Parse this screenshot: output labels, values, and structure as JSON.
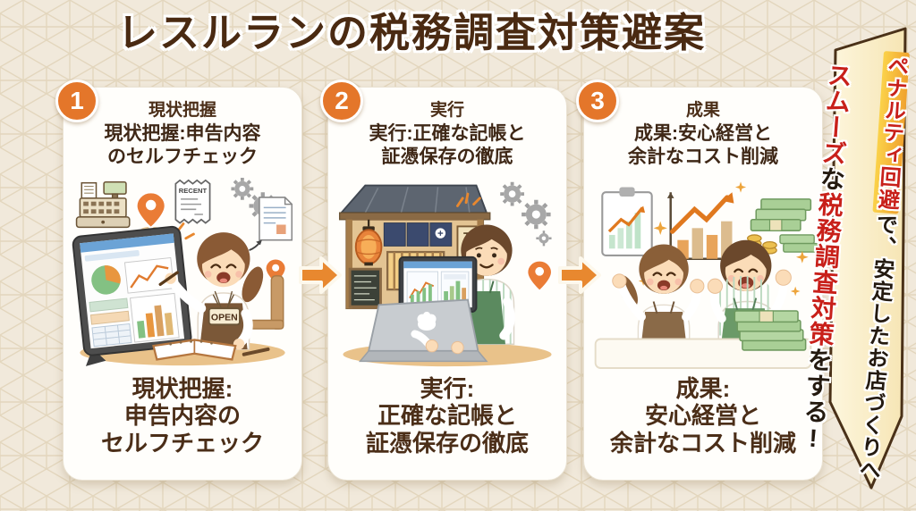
{
  "title": "レスルランの税務調査対策避案",
  "steps": [
    {
      "number": "1",
      "tagline": "現状把握",
      "heading_line1": "現状把握:申告内容",
      "heading_line2": "のセルフチェック",
      "caption_line1": "現状把握:",
      "caption_line2": "申告内容の",
      "caption_line3": "セルフチェック"
    },
    {
      "number": "2",
      "tagline": "実行",
      "heading_line1": "実行:正確な記帳と",
      "heading_line2": "証憑保存の徹底",
      "caption_line1": "実行:",
      "caption_line2": "正確な記帳と",
      "caption_line3": "証憑保存の徹底"
    },
    {
      "number": "3",
      "tagline": "成果",
      "heading_line1": "成果:安心経営と",
      "heading_line2": "余計なコスト削減",
      "caption_line1": "成果:",
      "caption_line2": "安心経営と",
      "caption_line3": "余計なコスト削減"
    }
  ],
  "banner": {
    "col1_seg1": "ペナルティ回避",
    "col1_seg2": "で、安定したお店づくりへ",
    "col2_seg1": "スムーズ",
    "col2_seg2": "な",
    "col2_seg3": "税務調査対策",
    "col2_seg4": "をする!"
  },
  "illustration_labels": {
    "receipt": "RECENT",
    "open_sign": "OPEN"
  },
  "colors": {
    "background": "#f1e9db",
    "accent_orange": "#e4762a",
    "arrow_orange": "#e8882f",
    "banner_red": "#c8201a",
    "highlight_yellow": "#f7c14b",
    "text_brown": "#4b2e18"
  }
}
